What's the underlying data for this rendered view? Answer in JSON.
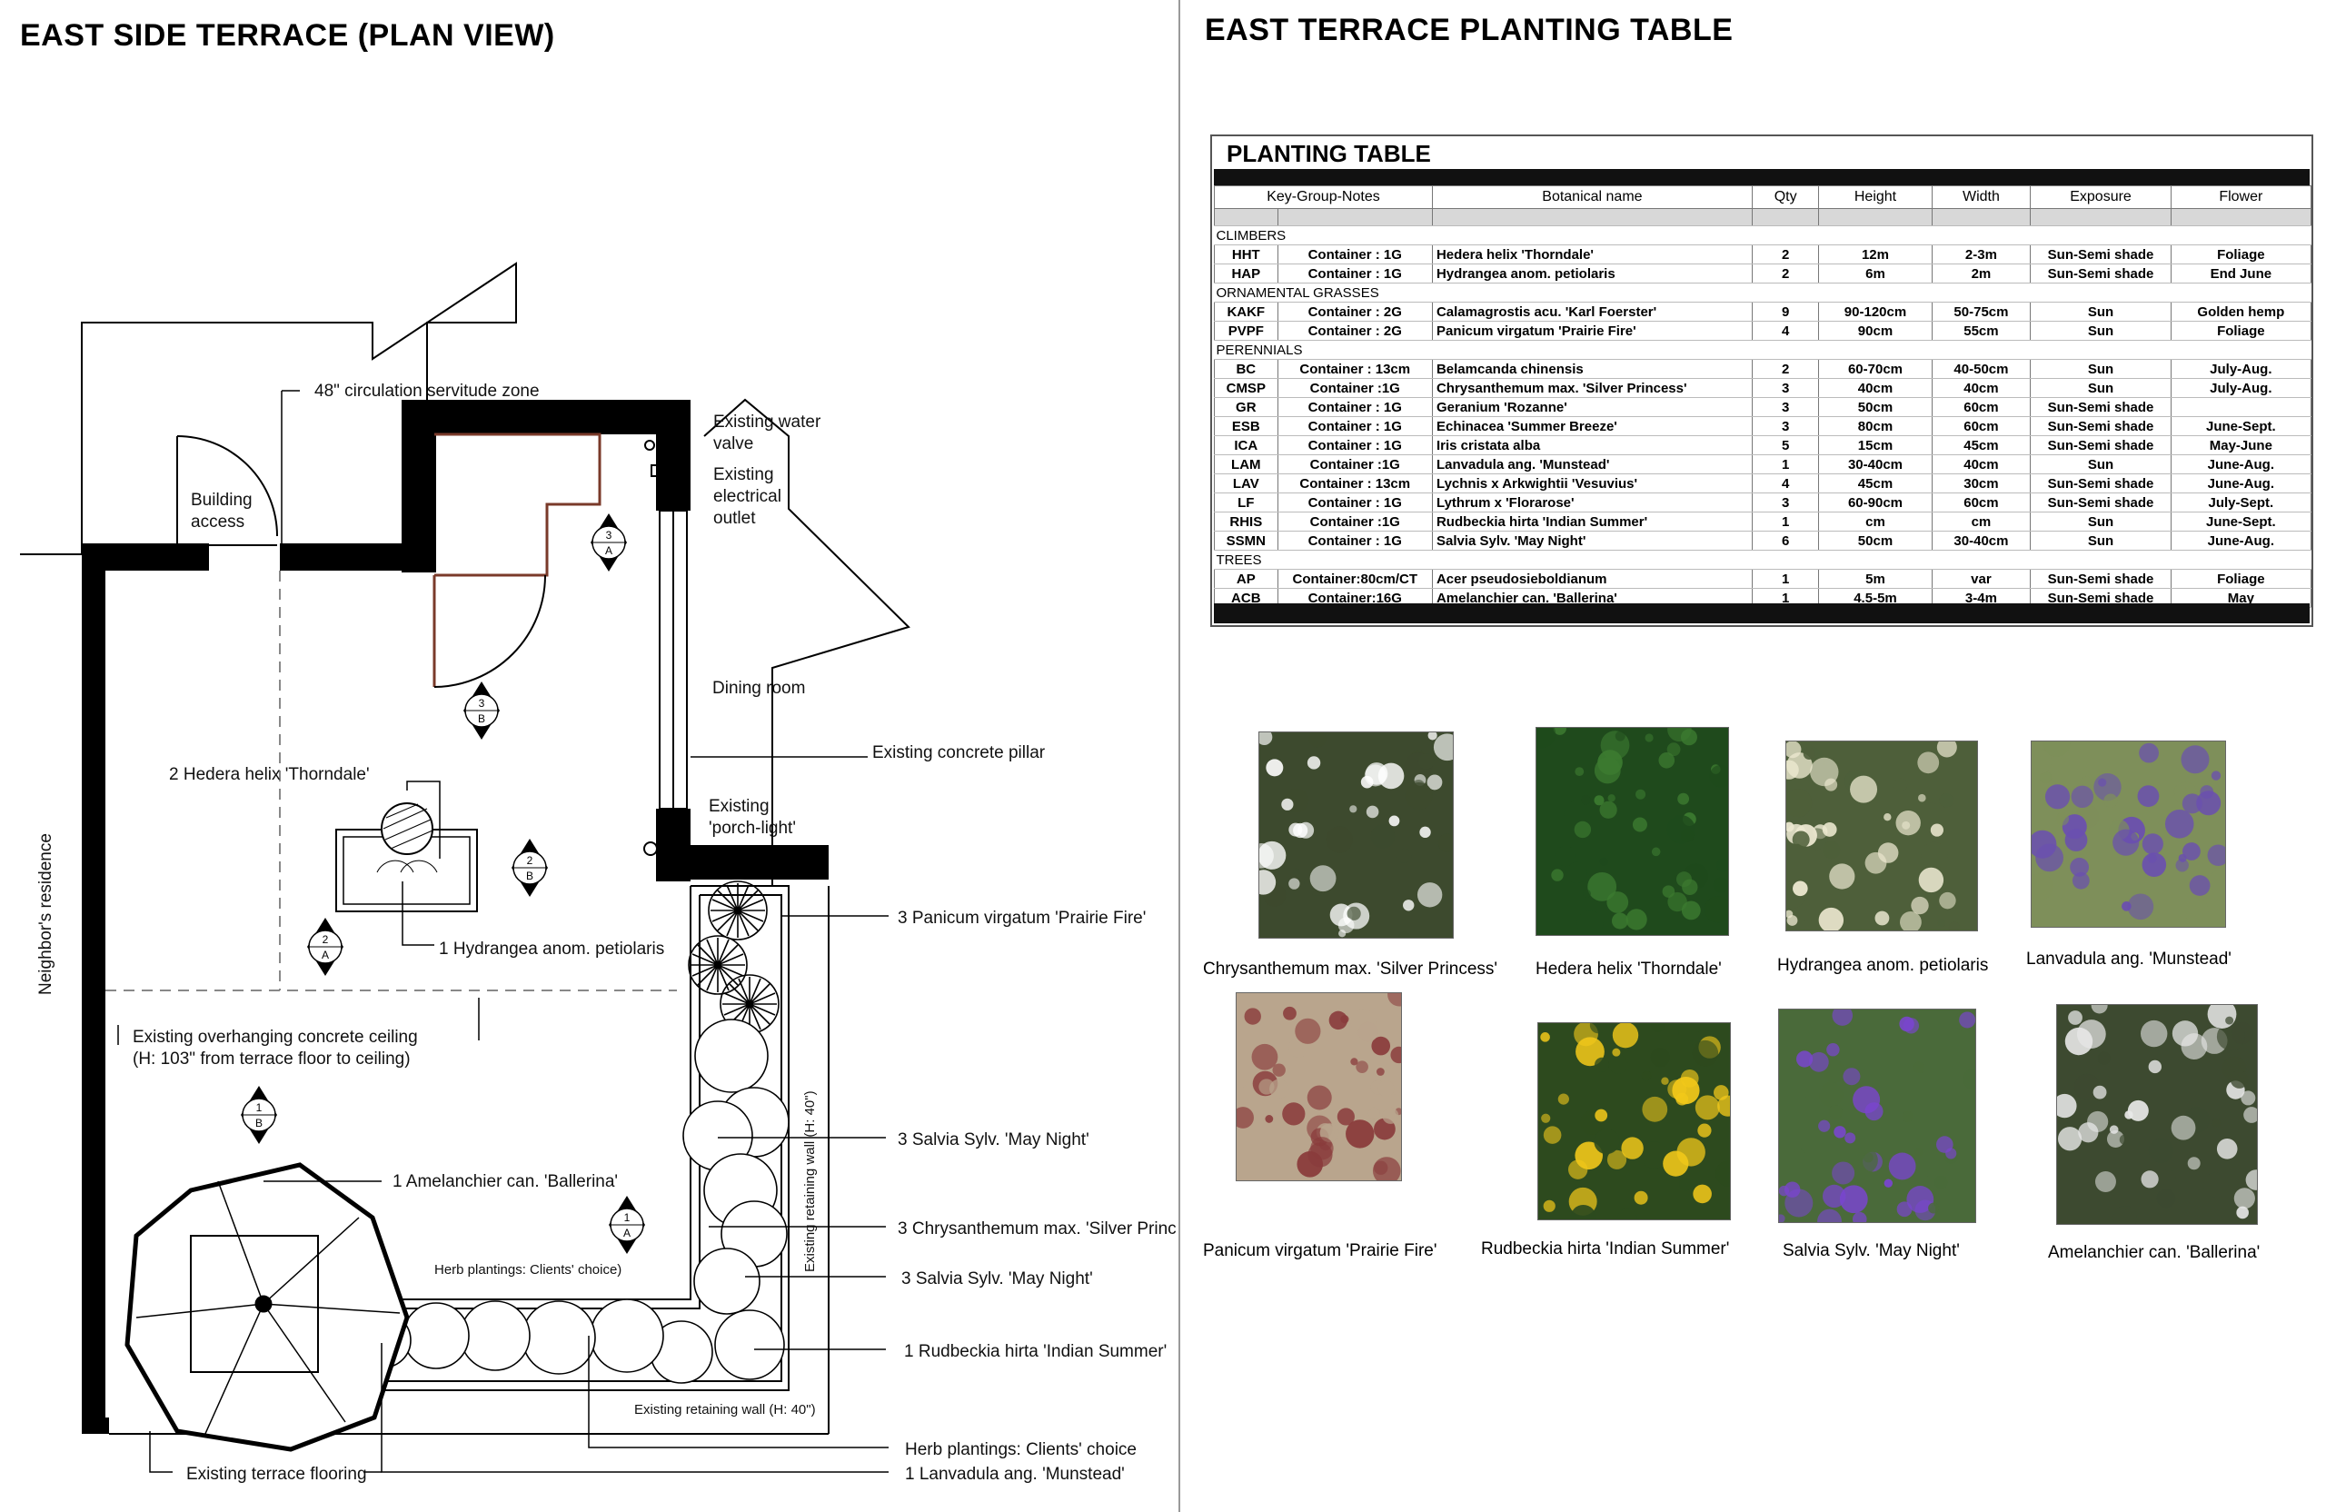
{
  "titles": {
    "plan": "EAST SIDE TERRACE (PLAN VIEW)",
    "table": "EAST TERRACE PLANTING TABLE"
  },
  "plan_labels": {
    "circulation": "48\" circulation servitude zone",
    "building_access_1": "Building",
    "building_access_2": "access",
    "water_valve_1": "Existing water",
    "water_valve_2": "valve",
    "outlet_1": "Existing",
    "outlet_2": "electrical",
    "outlet_3": "outlet",
    "dining": "Dining room",
    "pillar": "Existing concrete pillar",
    "hedera": "2 Hedera helix 'Thorndale'",
    "porch_1": "Existing",
    "porch_2": "'porch-light'",
    "neighbor": "Neighbor's residence",
    "panicum": "3 Panicum virgatum 'Prairie Fire'",
    "hydrangea": "1 Hydrangea anom. petiolaris",
    "ceiling_1": "Existing overhanging concrete ceiling",
    "ceiling_2": "(H: 103\" from terrace floor to ceiling)",
    "salvia_1": "3 Salvia Sylv. 'May Night'",
    "amelanchier": "1 Amelanchier can. 'Ballerina'",
    "chrysanthemum": "3 Chrysanthemum max. 'Silver Princ",
    "herb_small": "Herb plantings: Clients' choice)",
    "salvia_2": "3 Salvia Sylv. 'May Night'",
    "wall_vertical": "Existing retaining wall (H: 40\")",
    "rudbeckia": "1 Rudbeckia hirta 'Indian Summer'",
    "wall_bottom": "Existing retaining wall (H: 40\")",
    "herb": "Herb plantings: Clients' choice",
    "flooring": "Existing terrace flooring",
    "lavandula": "1 Lanvadula ang. 'Munstead'"
  },
  "markers": [
    {
      "num": "3",
      "letter": "A"
    },
    {
      "num": "3",
      "letter": "B"
    },
    {
      "num": "2",
      "letter": "B"
    },
    {
      "num": "2",
      "letter": "A"
    },
    {
      "num": "1",
      "letter": "B"
    },
    {
      "num": "1",
      "letter": "A"
    }
  ],
  "planting_table": {
    "title": "PLANTING TABLE",
    "headers": [
      "Key-Group-Notes",
      "Botanical name",
      "Qty",
      "Height",
      "Width",
      "Exposure",
      "Flower"
    ],
    "groups": [
      {
        "name": "CLIMBERS",
        "rows": [
          {
            "key": "HHT",
            "group": "Container : 1G",
            "name": "Hedera helix 'Thorndale'",
            "qty": "2",
            "height": "12m",
            "width": "2-3m",
            "exposure": "Sun-Semi shade",
            "flower": "Foliage"
          },
          {
            "key": "HAP",
            "group": "Container : 1G",
            "name": "Hydrangea anom. petiolaris",
            "qty": "2",
            "height": "6m",
            "width": "2m",
            "exposure": "Sun-Semi shade",
            "flower": "End June"
          }
        ]
      },
      {
        "name": "ORNAMENTAL GRASSES",
        "rows": [
          {
            "key": "KAKF",
            "group": "Container : 2G",
            "name": "Calamagrostis acu. 'Karl Foerster'",
            "qty": "9",
            "height": "90-120cm",
            "width": "50-75cm",
            "exposure": "Sun",
            "flower": "Golden hemp"
          },
          {
            "key": "PVPF",
            "group": "Container : 2G",
            "name": "Panicum virgatum 'Prairie Fire'",
            "qty": "4",
            "height": "90cm",
            "width": "55cm",
            "exposure": "Sun",
            "flower": "Foliage"
          }
        ]
      },
      {
        "name": "PERENNIALS",
        "rows": [
          {
            "key": "BC",
            "group": "Container : 13cm",
            "name": "Belamcanda chinensis",
            "qty": "2",
            "height": "60-70cm",
            "width": "40-50cm",
            "exposure": "Sun",
            "flower": "July-Aug."
          },
          {
            "key": "CMSP",
            "group": "Container :1G",
            "name": "Chrysanthemum max. 'Silver Princess'",
            "qty": "3",
            "height": "40cm",
            "width": "40cm",
            "exposure": "Sun",
            "flower": "July-Aug."
          },
          {
            "key": "GR",
            "group": "Container : 1G",
            "name": "Geranium 'Rozanne'",
            "qty": "3",
            "height": "50cm",
            "width": "60cm",
            "exposure": "Sun-Semi shade",
            "flower": ""
          },
          {
            "key": "ESB",
            "group": "Container : 1G",
            "name": "Echinacea 'Summer Breeze'",
            "qty": "3",
            "height": "80cm",
            "width": "60cm",
            "exposure": "Sun-Semi shade",
            "flower": "June-Sept."
          },
          {
            "key": "ICA",
            "group": "Container : 1G",
            "name": "Iris cristata alba",
            "qty": "5",
            "height": "15cm",
            "width": "45cm",
            "exposure": "Sun-Semi shade",
            "flower": "May-June"
          },
          {
            "key": "LAM",
            "group": "Container :1G",
            "name": "Lanvadula ang. 'Munstead'",
            "qty": "1",
            "height": "30-40cm",
            "width": "40cm",
            "exposure": "Sun",
            "flower": "June-Aug."
          },
          {
            "key": "LAV",
            "group": "Container : 13cm",
            "name": "Lychnis x Arkwightii 'Vesuvius'",
            "qty": "4",
            "height": "45cm",
            "width": "30cm",
            "exposure": "Sun-Semi shade",
            "flower": "June-Aug."
          },
          {
            "key": "LF",
            "group": "Container : 1G",
            "name": "Lythrum x 'Florarose'",
            "qty": "3",
            "height": "60-90cm",
            "width": "60cm",
            "exposure": "Sun-Semi shade",
            "flower": "July-Sept."
          },
          {
            "key": "RHIS",
            "group": "Container :1G",
            "name": "Rudbeckia hirta 'Indian Summer'",
            "qty": "1",
            "height": "cm",
            "width": "cm",
            "exposure": "Sun",
            "flower": "June-Sept."
          },
          {
            "key": "SSMN",
            "group": "Container : 1G",
            "name": "Salvia Sylv. 'May Night'",
            "qty": "6",
            "height": "50cm",
            "width": "30-40cm",
            "exposure": "Sun",
            "flower": "June-Aug."
          }
        ]
      },
      {
        "name": "TREES",
        "rows": [
          {
            "key": "AP",
            "group": "Container:80cm/CT",
            "name": "Acer pseudosieboldianum",
            "qty": "1",
            "height": "5m",
            "width": "var",
            "exposure": "Sun-Semi shade",
            "flower": "Foliage"
          },
          {
            "key": "ACB",
            "group": "Container:16G",
            "name": "Amelanchier can. 'Ballerina'",
            "qty": "1",
            "height": "4.5-5m",
            "width": "3-4m",
            "exposure": "Sun-Semi shade",
            "flower": "May"
          }
        ]
      }
    ]
  },
  "photos": [
    {
      "caption": "Chrysanthemum max. 'Silver Princess'",
      "bg": "#3d4a2e",
      "accent": "#ffffff"
    },
    {
      "caption": "Hedera helix 'Thorndale'",
      "bg": "#1f4a1c",
      "accent": "#3c7a30"
    },
    {
      "caption": "Hydrangea anom. petiolaris",
      "bg": "#4e5f3a",
      "accent": "#ece8d0"
    },
    {
      "caption": "Lanvadula ang. 'Munstead'",
      "bg": "#7e8f5a",
      "accent": "#6a4fb0"
    },
    {
      "caption": "Panicum virgatum 'Prairie Fire'",
      "bg": "#b9a58d",
      "accent": "#8a3c3c"
    },
    {
      "caption": "Rudbeckia hirta 'Indian Summer'",
      "bg": "#2d4a1e",
      "accent": "#f2c81a"
    },
    {
      "caption": "Salvia Sylv. 'May Night'",
      "bg": "#4a6a3a",
      "accent": "#7a45d0"
    },
    {
      "caption": "Amelanchier can. 'Ballerina'",
      "bg": "#3d4a30",
      "accent": "#e8e8e8"
    }
  ]
}
